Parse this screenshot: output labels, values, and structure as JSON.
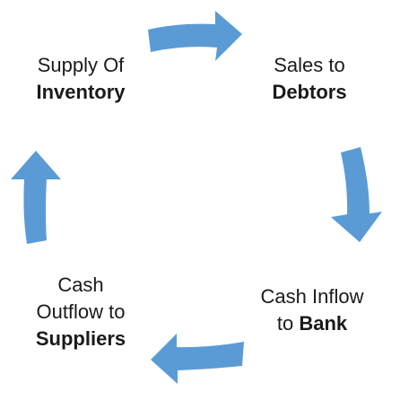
{
  "diagram": {
    "nodes": [
      {
        "id": "inventory",
        "line1": "Supply Of",
        "line2": "",
        "bold": "Inventory"
      },
      {
        "id": "debtors",
        "line1": "Sales to",
        "line2": "",
        "bold": "Debtors"
      },
      {
        "id": "bank",
        "line1": "Cash Inflow",
        "line2": "to ",
        "bold": "Bank"
      },
      {
        "id": "suppliers",
        "line1": "Cash",
        "line2": "Outflow to",
        "bold": "Suppliers"
      }
    ],
    "arrow_color": "#5b9bd5"
  }
}
